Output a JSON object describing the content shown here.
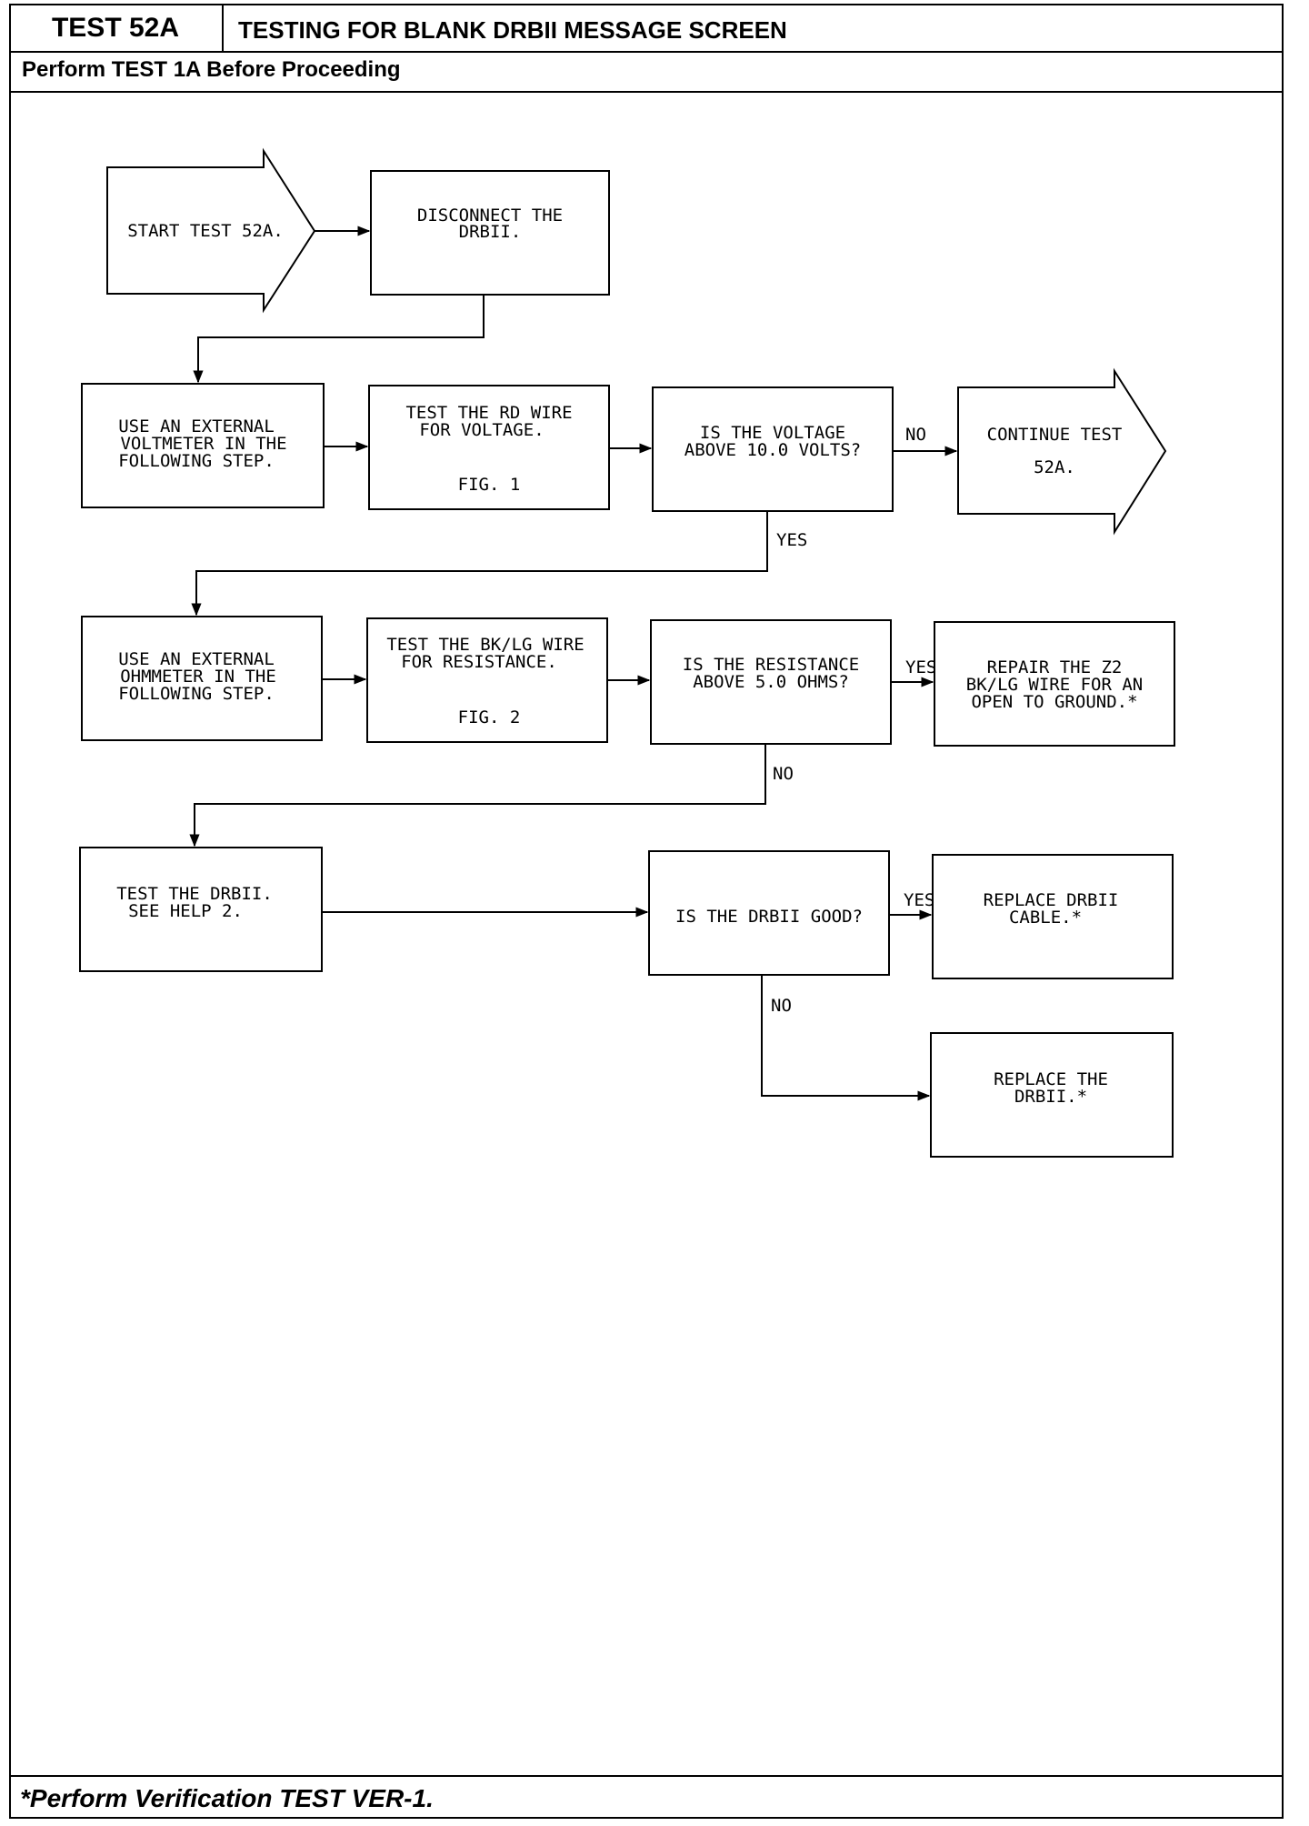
{
  "header": {
    "test_id": "TEST 52A",
    "title": "TESTING FOR BLANK DRBII MESSAGE SCREEN",
    "prerequisite": "Perform TEST 1A Before Proceeding"
  },
  "footer": {
    "note": "*Perform Verification TEST VER-1."
  },
  "flowchart": {
    "start": [
      "START TEST 52A."
    ],
    "disconnect": [
      "DISCONNECT THE",
      "DRBII."
    ],
    "voltmeter": [
      "USE AN EXTERNAL",
      "VOLTMETER IN THE",
      "FOLLOWING STEP."
    ],
    "test_rd": [
      "TEST THE RD WIRE",
      "FOR VOLTAGE."
    ],
    "fig1": "FIG. 1",
    "q_voltage": [
      "IS THE VOLTAGE",
      "ABOVE 10.0 VOLTS?"
    ],
    "continue": [
      "CONTINUE TEST",
      "52A."
    ],
    "ohmmeter": [
      "USE AN EXTERNAL",
      "OHMMETER IN THE",
      "FOLLOWING STEP."
    ],
    "test_bklg": [
      "TEST THE BK/LG WIRE",
      "FOR RESISTANCE."
    ],
    "fig2": "FIG. 2",
    "q_resistance": [
      "IS THE RESISTANCE",
      "ABOVE 5.0 OHMS?"
    ],
    "repair": [
      "REPAIR THE Z2",
      "BK/LG WIRE FOR AN",
      "OPEN TO GROUND.*"
    ],
    "test_drbii": [
      "TEST THE DRBII.",
      "SEE HELP 2."
    ],
    "q_good": [
      "IS THE DRBII GOOD?"
    ],
    "replace_cable": [
      "REPLACE DRBII",
      "CABLE.*"
    ],
    "replace_drbii": [
      "REPLACE THE",
      "DRBII.*"
    ],
    "labels": {
      "no": "NO",
      "yes": "YES"
    }
  }
}
